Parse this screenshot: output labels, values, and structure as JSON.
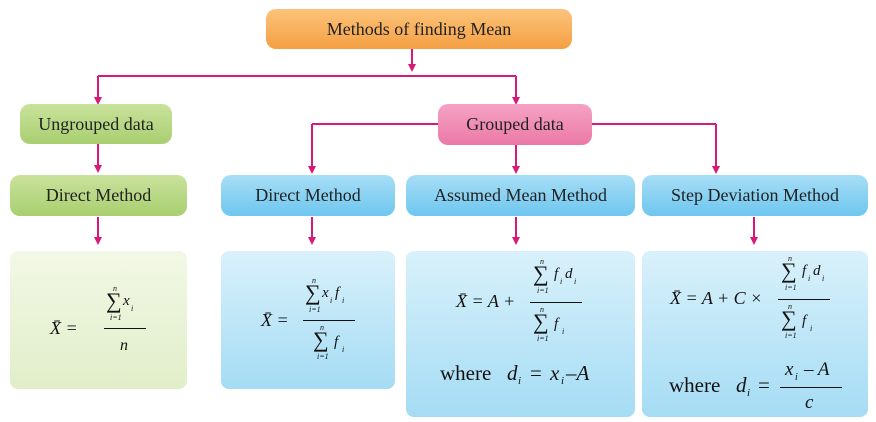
{
  "title": "Methods of finding Mean",
  "ungrouped": {
    "label": "Ungrouped data",
    "method": "Direct Method",
    "formula": {
      "lhs": "X̄ =",
      "numerator": "x",
      "numerator_sub": "i",
      "denominator": "n",
      "sum_top": "n",
      "sum_bottom": "i=1"
    }
  },
  "grouped": {
    "label": "Grouped data",
    "direct": {
      "method": "Direct Method",
      "formula": {
        "lhs": "X̄ =",
        "numerator": "x",
        "numerator_sub": "i",
        "numerator2": "f",
        "numerator2_sub": "i",
        "denominator": "f",
        "denominator_sub": "i",
        "sum_top": "n",
        "sum_bottom": "i=1"
      }
    },
    "assumed": {
      "method": "Assumed Mean Method",
      "formula": {
        "lhs": "X̄ = A +",
        "numerator": "f",
        "numerator_sub": "i",
        "numerator2": "d",
        "numerator2_sub": "i",
        "denominator": "f",
        "denominator_sub": "i",
        "sum_top": "n",
        "sum_bottom": "i=1"
      },
      "where": {
        "word": "where",
        "var": "d",
        "var_sub": "i",
        "eq": "=",
        "rhs_a": "x",
        "rhs_a_sub": "i",
        "rhs_b": "–A"
      }
    },
    "step": {
      "method": "Step Deviation Method",
      "formula": {
        "lhs": "X̄ = A + C ×",
        "numerator": "f",
        "numerator_sub": "i",
        "numerator2": "d",
        "numerator2_sub": "i",
        "denominator": "f",
        "denominator_sub": "i",
        "sum_top": "n",
        "sum_bottom": "i=1"
      },
      "where": {
        "word": "where",
        "var": "d",
        "var_sub": "i",
        "eq": "=",
        "num_a": "x",
        "num_a_sub": "i",
        "num_b": "– A",
        "den": "c"
      }
    }
  },
  "colors": {
    "arrow": "#d8197a",
    "root": "#f5a043",
    "green": "#a9cf70",
    "pink": "#eb79a7",
    "blue": "#6ec6ef"
  }
}
